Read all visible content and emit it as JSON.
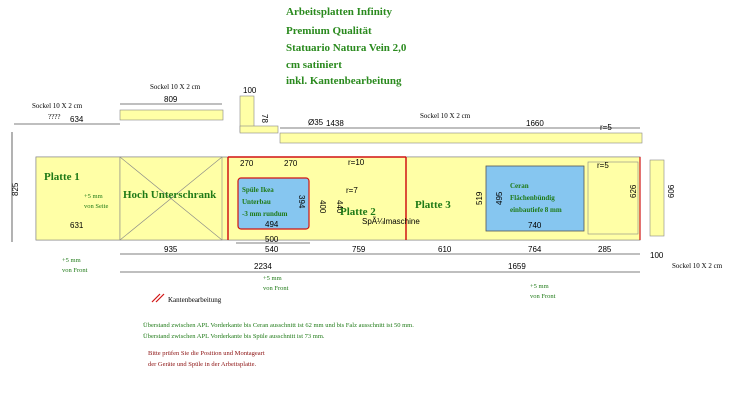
{
  "title_lines": [
    "Arbeitsplatten Infinity",
    "Premium Qualität",
    "Statuario Natura Vein 2,0",
    "cm satiniert",
    "inkl. Kantenbearbeitung"
  ],
  "sockel": {
    "top_left": "Sockel 10 X 2 cm",
    "left": "Sockel 10 X 2 cm",
    "mid": "Sockel 10 X 2 cm",
    "right": "Sockel 10 X 2 cm",
    "question": "????"
  },
  "plates": {
    "p1": "Platte 1",
    "hoch": "Hoch Unterschrank",
    "p2": "Platte 2",
    "p3": "Platte 3"
  },
  "sink": {
    "line1": "Spüle Ikea",
    "line2": "Unterbau",
    "line3": "-3 mm rundum",
    "dim": "494",
    "spul": "SpÃ¼lmaschine"
  },
  "ceran": {
    "line1": "Ceran",
    "line2": "Flächenbündig",
    "line3": "einbautiefe 8 mm",
    "dim": "740"
  },
  "notes": {
    "seite": "+5 mm",
    "seite2": "von Seite",
    "front_left": "+5 mm",
    "front_left2": "von Front",
    "front_mid": "+5 mm",
    "front_mid2": "von Front",
    "front_right": "+5 mm",
    "front_right2": "von Front",
    "kanten": "Kantenbearbeitung"
  },
  "dims": {
    "d809": "809",
    "d634": "634",
    "d100a": "100",
    "d78": "78",
    "d35": "Ø35",
    "d1438": "1438",
    "d1660": "1660",
    "r5a": "r=5",
    "r5b": "r=5",
    "d825": "825",
    "d631": "631",
    "d270a": "270",
    "d270b": "270",
    "r10": "r=10",
    "r7": "r=7",
    "d394": "394",
    "d400": "400",
    "d440": "440",
    "d495": "495",
    "d519": "519",
    "d626": "626",
    "d606": "606",
    "d500": "500",
    "d935": "935",
    "d540": "540",
    "d759": "759",
    "d610": "610",
    "d764": "764",
    "d285": "285",
    "d100b": "100",
    "d2234": "2234",
    "d1659": "1659"
  },
  "footer": {
    "line1": "Überstand zwischen APL Vorderkante bis Ceran ausschnitt ist 62 mm und bis Falz ausschnitt ist 50 mm.",
    "line2": "Überstand zwischen APL Vorderkante bis Spüle ausschnitt ist 73 mm.",
    "line3": "Bitte prüfen Sie die Position und Montageart",
    "line4": "der Geräte und Spüle in der Arbeitsplatte."
  },
  "colors": {
    "counter": "#ffffa6",
    "cutout": "#86c6f0",
    "edge": "#d01414",
    "title": "#2a8a1e"
  }
}
